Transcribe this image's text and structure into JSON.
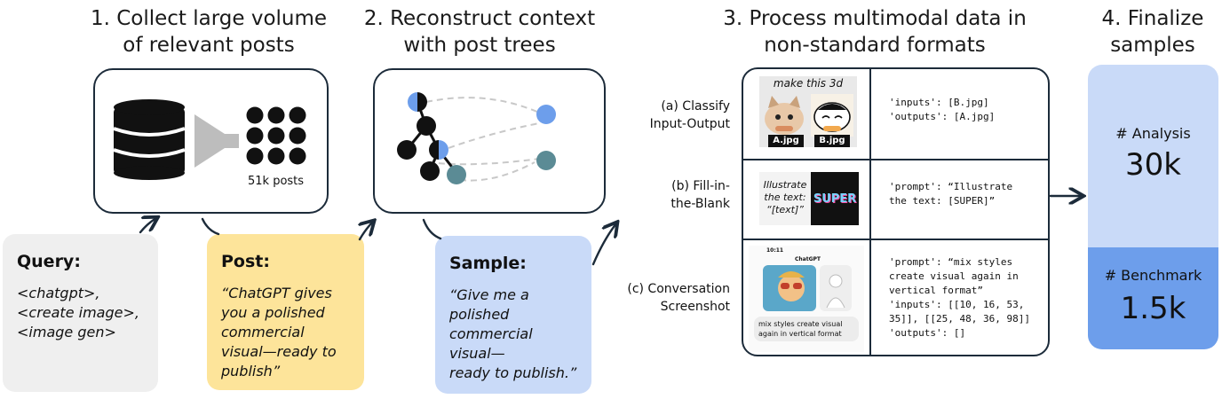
{
  "steps": [
    {
      "title_lines": [
        "1. Collect large volume",
        "of relevant posts"
      ]
    },
    {
      "title_lines": [
        "2. Reconstruct context",
        "with post trees"
      ]
    },
    {
      "title_lines": [
        "3. Process multimodal data in",
        "non-standard formats"
      ]
    },
    {
      "title_lines": [
        "4. Finalize",
        "samples"
      ]
    }
  ],
  "collect": {
    "post_count": "51k posts"
  },
  "cards": {
    "query": {
      "heading": "Query:",
      "body": "<chatgpt>,\n<create image>,\n<image gen>",
      "color": "#efefef"
    },
    "post": {
      "heading": "Post:",
      "body": "“ChatGPT gives\nyou a polished\ncommercial\nvisual—ready to\npublish”",
      "color": "#fde49a"
    },
    "sample": {
      "heading": "Sample:",
      "body": "“Give me a\npolished\ncommercial\nvisual—\nready to publish.”",
      "color": "#c9daf8"
    }
  },
  "process": {
    "rows": [
      {
        "label": "(a) Classify\nInput-Output",
        "code": "'inputs': [B.jpg]\n'outputs': [A.jpg]"
      },
      {
        "label": "(b) Fill-in-\nthe-Blank",
        "code": "'prompt': “Illustrate\nthe text: [SUPER]”"
      },
      {
        "label": "(c) Conversation\nScreenshot",
        "code": "'prompt': “mix styles\ncreate visual again in\nvertical format”\n'inputs': [[10, 16, 53,\n35]], [[25, 48, 36, 98]]\n'outputs': []"
      }
    ],
    "image_a": {
      "caption": "make this 3d",
      "tag_a": "A.jpg",
      "tag_b": "B.jpg"
    },
    "image_b": {
      "text_lines": [
        "Illustrate",
        "the text:",
        "“[text]”"
      ],
      "word": "SUPER"
    },
    "image_c": {
      "time": "10:11",
      "app": "ChatGPT",
      "bubble": "mix styles create visual again in vertical format"
    }
  },
  "finalize": {
    "analysis_label": "# Analysis",
    "analysis_value": "30k",
    "benchmark_label": "# Benchmark",
    "benchmark_value": "1.5k",
    "analysis_color": "#c9daf8",
    "benchmark_color": "#6d9eeb"
  }
}
